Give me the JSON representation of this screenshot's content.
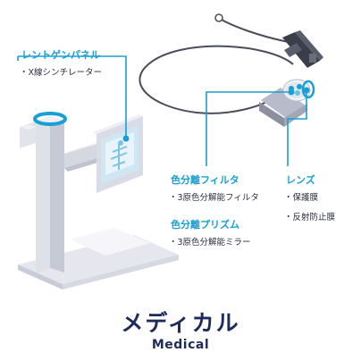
{
  "labels": {
    "xray_panel": {
      "title": "レントゲンパネル",
      "items": [
        "・X線シンチレーター"
      ]
    },
    "color_filter": {
      "title": "色分離フィルタ",
      "items": [
        "・3原色分解能フィルタ"
      ]
    },
    "color_prism": {
      "title": "色分離プリズム",
      "items": [
        "・3原色分解能ミラー"
      ]
    },
    "lens": {
      "title": "レンズ",
      "items": [
        "・保護膜",
        "・反射防止膜"
      ]
    }
  },
  "category": {
    "title": "メディカル",
    "subtitle": "Medical"
  },
  "colors": {
    "accent": "#1a9fd4",
    "heading": "#1d2b5a",
    "pole": "#d4d6e0",
    "pole_shadow": "#b9bccb"
  }
}
